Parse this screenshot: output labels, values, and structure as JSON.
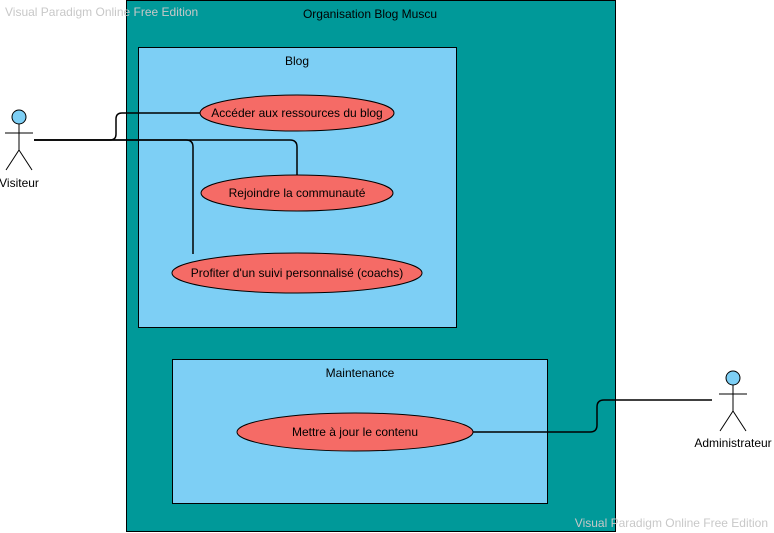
{
  "watermark": "Visual Paradigm Online Free Edition",
  "system": {
    "title": "Organisation Blog Muscu",
    "color": "#009999"
  },
  "packages": {
    "blog": {
      "title": "Blog",
      "color": "#7dcff5"
    },
    "maintenance": {
      "title": "Maintenance",
      "color": "#7dcff5"
    }
  },
  "use_cases": {
    "access": "Accéder aux ressources du blog",
    "join": "Rejoindre la communauté",
    "coaching": "Profiter d'un suivi personnalisé (coachs)",
    "update": "Mettre à jour le contenu",
    "color": "#f56b66"
  },
  "actors": {
    "visitor": "Visiteur",
    "admin": "Administrateur",
    "head_color": "#7dcff5"
  }
}
